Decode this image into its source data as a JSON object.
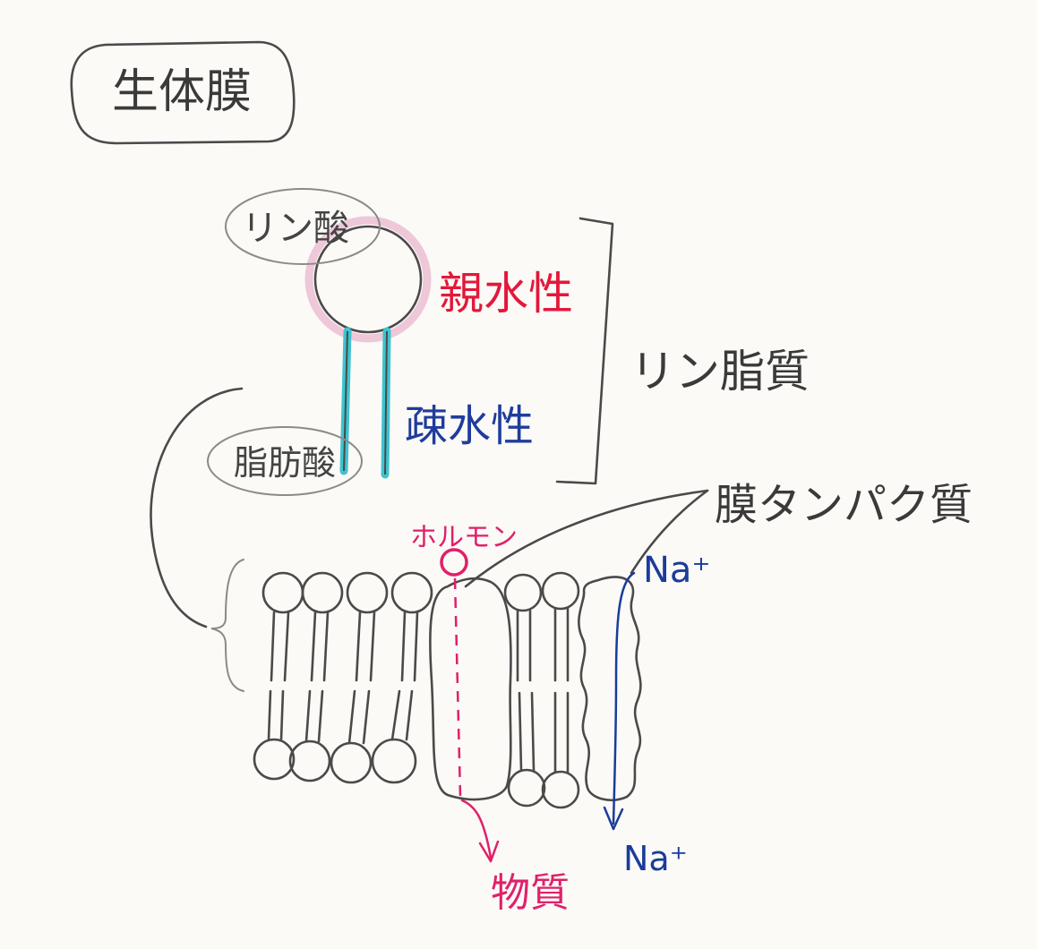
{
  "title": "生体膜",
  "phospholipid": {
    "head_label": "リン酸",
    "tail_label": "脂肪酸",
    "hydrophilic_label": "親水性",
    "hydrophobic_label": "疎水性",
    "group_label": "リン脂質"
  },
  "membrane": {
    "protein_label": "膜タンパク質",
    "hormone_label": "ホルモン",
    "substance_label": "物質",
    "ion_top_label": "Na⁺",
    "ion_bottom_label": "Na⁺"
  },
  "colors": {
    "pencil": "#4a4a4a",
    "hydrophilic": "#e3183a",
    "hydrophobic": "#1f3c9c",
    "tail_cyan": "#3ec4d0",
    "head_pink": "#e9b6cf",
    "hormone": "#e0206a",
    "ion": "#1a3c9a"
  }
}
